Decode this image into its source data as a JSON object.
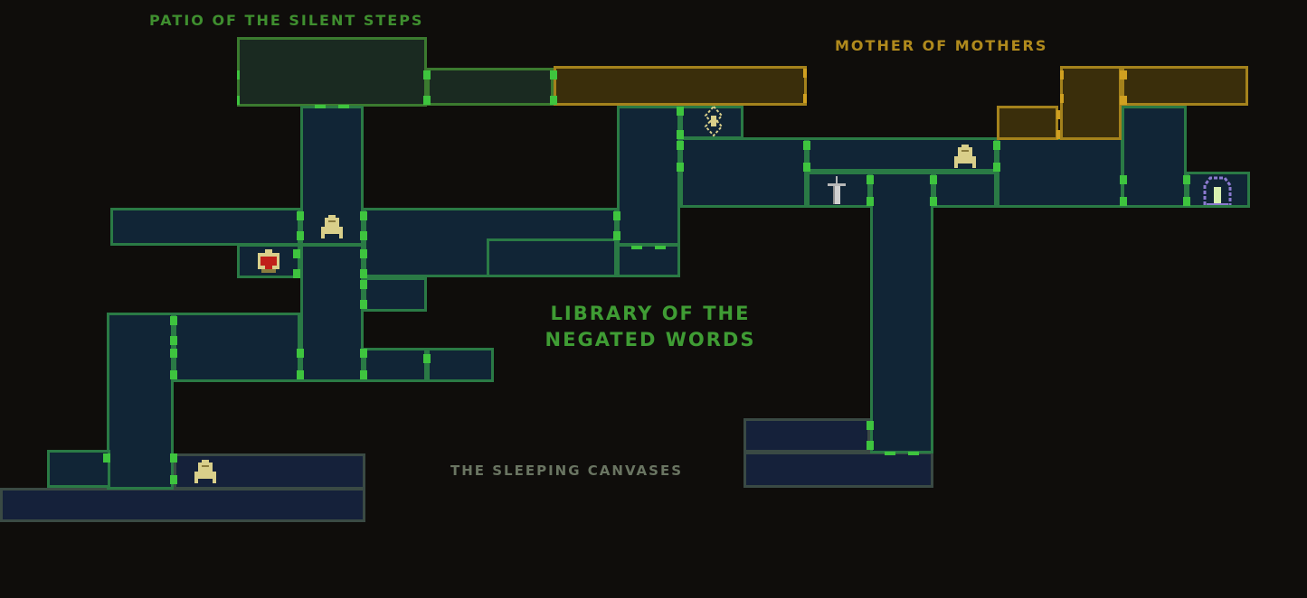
{
  "zones": {
    "patio": "PATIO OF THE SILENT STEPS",
    "mother": "MOTHER OF MOTHERS",
    "library_line1": "LIBRARY OF THE",
    "library_line2": "NEGATED WORDS",
    "canvases": "THE SLEEPING CANVASES"
  },
  "colors": {
    "background": "#0f0d0b",
    "patio_fill": "#1a2a21",
    "patio_border": "#3b7a2f",
    "library_fill": "#112536",
    "library_border": "#2a7a45",
    "mother_fill": "#3a2e0b",
    "mother_border": "#a4821c",
    "canvases_fill": "#15213a",
    "canvases_border": "#3a4a44",
    "door": "#3ec43e",
    "door_gold": "#d0a020"
  },
  "markers": [
    {
      "type": "prie-dieu-icon"
    },
    {
      "type": "prie-dieu-icon"
    },
    {
      "type": "prie-dieu-icon"
    },
    {
      "type": "blood-chalice-icon"
    },
    {
      "type": "sword-shrine-icon"
    },
    {
      "type": "teleport-portal-icon"
    },
    {
      "type": "fast-travel-diamond-icon"
    }
  ]
}
